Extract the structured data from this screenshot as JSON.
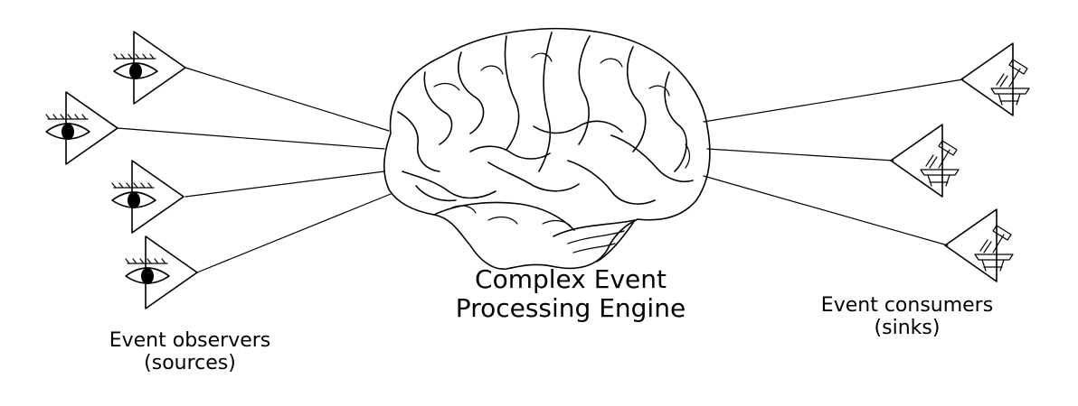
{
  "diagram": {
    "engine": {
      "line1": "Complex Event",
      "line2": "Processing Engine",
      "icon": "brain-icon"
    },
    "sources": {
      "line1": "Event observers",
      "line2": "(sources)",
      "icon": "eye-icon",
      "count": 4
    },
    "sinks": {
      "line1": "Event consumers",
      "line2": "(sinks)",
      "icon": "hammer-icon",
      "count": 3
    },
    "colors": {
      "ink": "#000000",
      "background": "#ffffff"
    }
  }
}
